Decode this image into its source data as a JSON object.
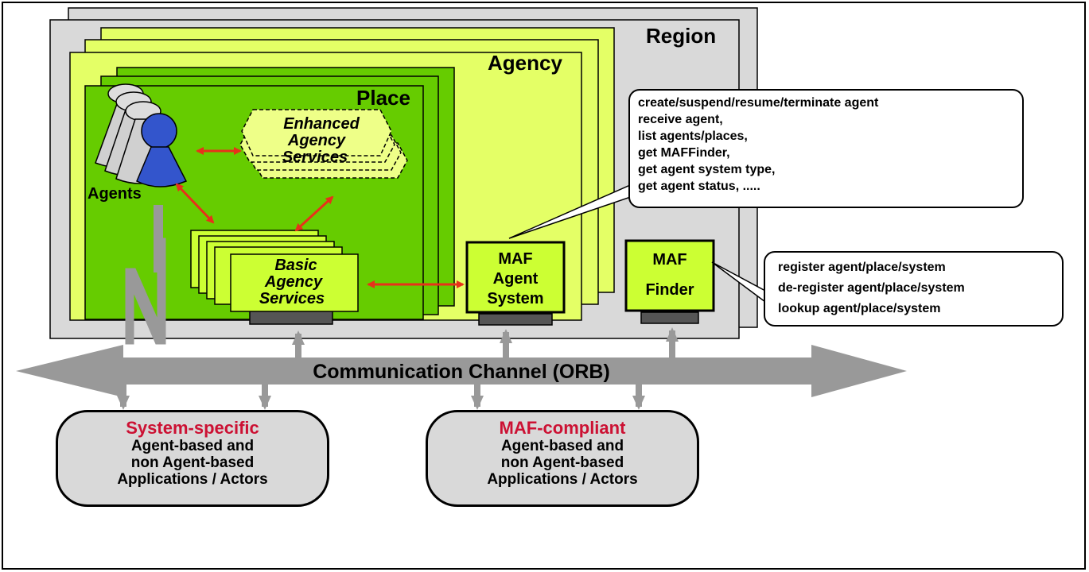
{
  "colors": {
    "region_fill": "#d9d9d9",
    "agency_fill": "#e4ff66",
    "place_fill": "#66cc00",
    "box_fill": "#ccff33",
    "channel_fill": "#999999",
    "arrow_red": "#e8311a",
    "agent_blue": "#3355cc",
    "accent_red": "#cc1133"
  },
  "region": {
    "label": "Region"
  },
  "agency": {
    "label": "Agency"
  },
  "place": {
    "label": "Place"
  },
  "agents": {
    "label": "Agents",
    "icon": "agent-person-icon"
  },
  "enhanced_services": {
    "line1": "Enhanced",
    "line2": "Agency",
    "line3": "Services"
  },
  "basic_services": {
    "line1": "Basic",
    "line2": "Agency",
    "line3": "Services"
  },
  "maf_agent_system": {
    "line1": "MAF",
    "line2": "Agent",
    "line3": "System"
  },
  "maf_finder": {
    "line1": "MAF",
    "line2": "Finder"
  },
  "agent_system_ops": [
    "create/suspend/resume/terminate agent",
    "receive agent,",
    "list agents/places,",
    "get MAFFinder,",
    "get agent system type,",
    "get agent status, ....."
  ],
  "finder_ops": [
    "register agent/place/system",
    "de-register agent/place/system",
    "lookup agent/place/system"
  ],
  "channel": {
    "label": "Communication Channel (ORB)"
  },
  "system_specific": {
    "title": "System-specific",
    "line1": "Agent-based and",
    "line2": "non Agent-based",
    "line3": "Applications / Actors"
  },
  "maf_compliant": {
    "title": "MAF-compliant",
    "line1": "Agent-based and",
    "line2": "non Agent-based",
    "line3": "Applications / Actors"
  }
}
